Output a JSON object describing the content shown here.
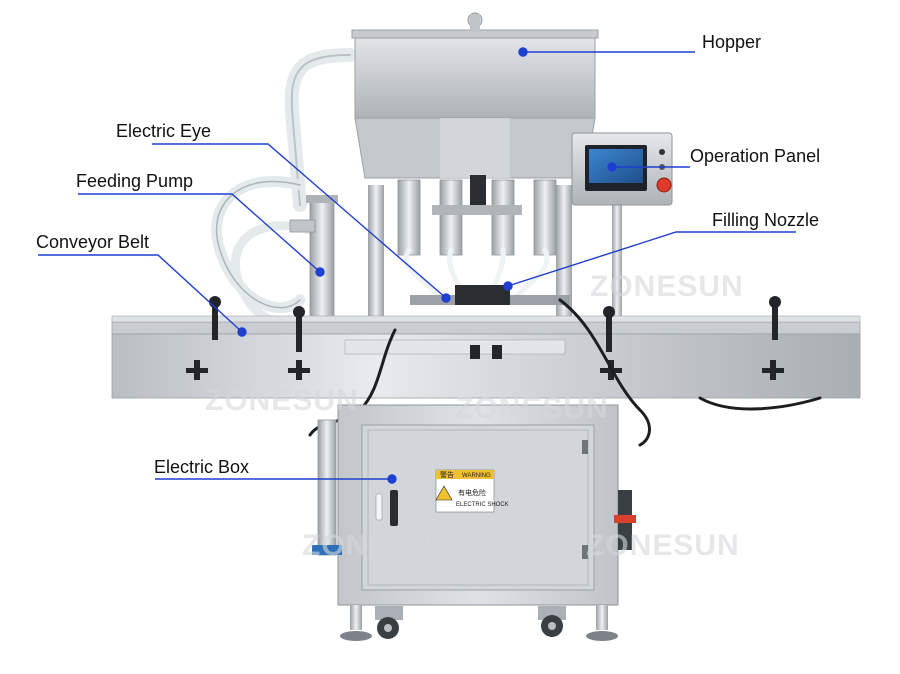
{
  "colors": {
    "leader": "#1f3fd0",
    "label_text": "#111111",
    "steel_light": "#d9dcdf",
    "steel_mid": "#b4b9be",
    "steel_dark": "#8d9398",
    "screen": "#2f6fb6",
    "estop": "#e03a2a",
    "hose": "#e9eef0"
  },
  "labels": {
    "hopper": "Hopper",
    "electric_eye": "Electric Eye",
    "feeding_pump": "Feeding Pump",
    "conveyor_belt": "Conveyor Belt",
    "operation_panel": "Operation Panel",
    "filling_nozzle": "Filling Nozzle",
    "electric_box": "Electric Box"
  },
  "watermark": "ZONESUN",
  "warning_sticker": {
    "header_cn": "警告",
    "header_en": "WARNING",
    "body_cn": "有电危险",
    "body_en": "ELECTRIC SHOCK"
  }
}
